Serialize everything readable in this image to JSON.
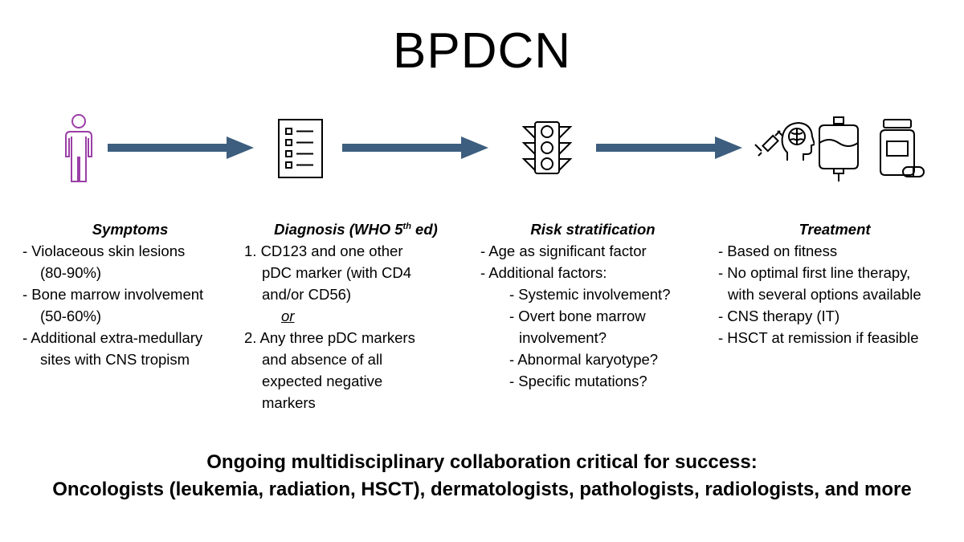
{
  "title": "BPDCN",
  "colors": {
    "arrow": "#3d5e7e",
    "person_icon": "#9b3fa7",
    "icon_stroke": "#000000"
  },
  "icons": [
    "person-icon",
    "checklist-icon",
    "traffic-light-icon",
    "injection-icon",
    "brain-head-icon",
    "iv-bag-icon",
    "pill-bottle-icon"
  ],
  "columns": {
    "symptoms": {
      "heading": "Symptoms",
      "lines": [
        "- Violaceous skin lesions",
        "(80-90%)",
        "- Bone marrow involvement",
        "(50-60%)",
        "- Additional extra-medullary",
        "sites with CNS tropism"
      ]
    },
    "diagnosis": {
      "heading_pre": "Diagnosis (WHO 5",
      "heading_sup": "th",
      "heading_post": " ed)",
      "lines": [
        "1. CD123 and one other",
        "pDC marker (with CD4",
        "and/or CD56)",
        "or",
        "2. Any three pDC markers",
        "and absence of all",
        "expected negative",
        "markers"
      ]
    },
    "risk": {
      "heading": "Risk stratification",
      "lines": [
        "- Age as significant factor",
        "- Additional factors:",
        "- Systemic involvement?",
        "- Overt bone marrow",
        "involvement?",
        "- Abnormal karyotype?",
        "- Specific mutations?"
      ]
    },
    "treatment": {
      "heading": "Treatment",
      "lines": [
        "- Based on fitness",
        "- No optimal first line therapy,",
        "with several options available",
        "- CNS therapy (IT)",
        "- HSCT at remission if feasible"
      ]
    }
  },
  "footer": {
    "line1": "Ongoing multidisciplinary collaboration critical for success:",
    "line2": "Oncologists (leukemia, radiation, HSCT), dermatologists, pathologists, radiologists, and more"
  }
}
